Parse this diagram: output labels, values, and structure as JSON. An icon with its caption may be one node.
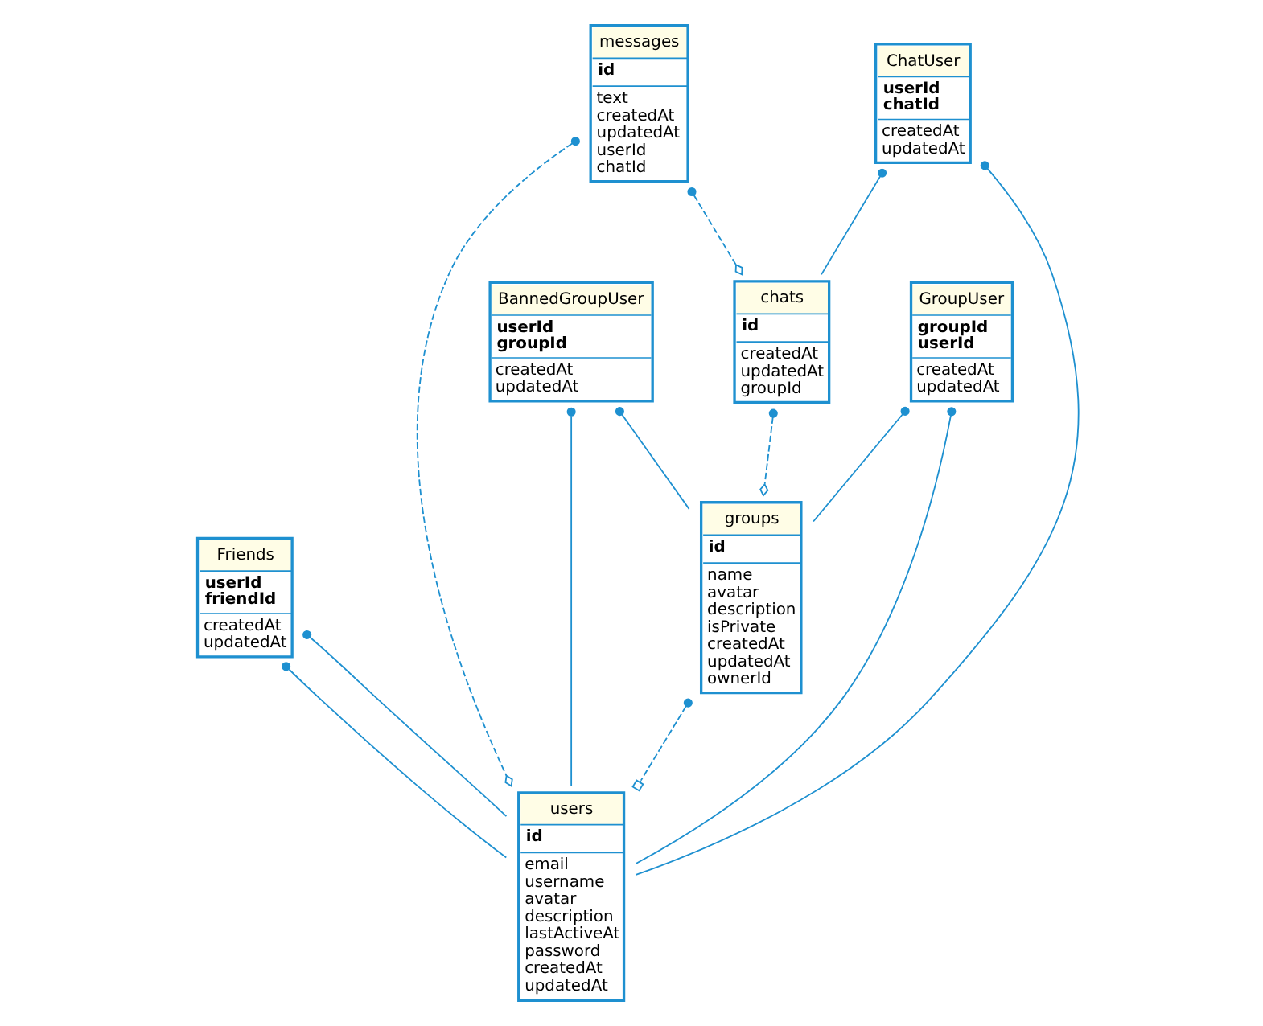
{
  "diagram": {
    "nodes": [
      {
        "text": [
          "Friends",
          "userId",
          "friendId",
          "createdAt",
          "updatedAt"
        ]
      },
      {
        "text": [
          "users",
          "id",
          "email",
          "username",
          "avatar",
          "description",
          "lastActiveAt",
          "password",
          "createdAt",
          "updatedAt"
        ]
      },
      {
        "text": [
          "BannedGroupUser",
          "userId",
          "groupId",
          "createdAt",
          "updatedAt"
        ]
      },
      {
        "text": [
          "messages",
          "id",
          "text",
          "createdAt",
          "updatedAt",
          "userId",
          "chatId"
        ]
      },
      {
        "text": [
          "GroupUser",
          "groupId",
          "userId",
          "createdAt",
          "updatedAt"
        ]
      },
      {
        "text": [
          "chats",
          "id",
          "createdAt",
          "updatedAt",
          "groupId"
        ]
      },
      {
        "text": [
          "groups",
          "id",
          "name",
          "avatar",
          "description",
          "isPrivate",
          "createdAt",
          "updatedAt",
          "ownerId"
        ]
      },
      {
        "text": [
          "ChatUser",
          "userId",
          "chatId",
          "createdAt",
          "updatedAt"
        ]
      }
    ],
    "edges": [
      {
        "from": 0,
        "to": 1,
        "arrow": "other"
      },
      {
        "from": 0,
        "to": 1,
        "arrow": "other"
      },
      {
        "from": 2,
        "to": 1,
        "arrow": "other"
      },
      {
        "from": 4,
        "to": 1,
        "arrow": "other"
      },
      {
        "from": 3,
        "to": 1,
        "arrow": "other",
        "style": "dashed"
      },
      {
        "from": 6,
        "to": 1,
        "arrow": "other",
        "style": "dashed"
      },
      {
        "from": 2,
        "to": 6,
        "arrow": "other"
      },
      {
        "from": 4,
        "to": 6,
        "arrow": "other"
      },
      {
        "from": 3,
        "to": 5,
        "arrow": "other",
        "style": "dashed"
      },
      {
        "from": 7,
        "to": 1,
        "arrow": "other"
      },
      {
        "from": 7,
        "to": 5,
        "arrow": "other"
      },
      {
        "from": 5,
        "to": 6,
        "arrow": "other",
        "style": "dashed"
      }
    ]
  }
}
